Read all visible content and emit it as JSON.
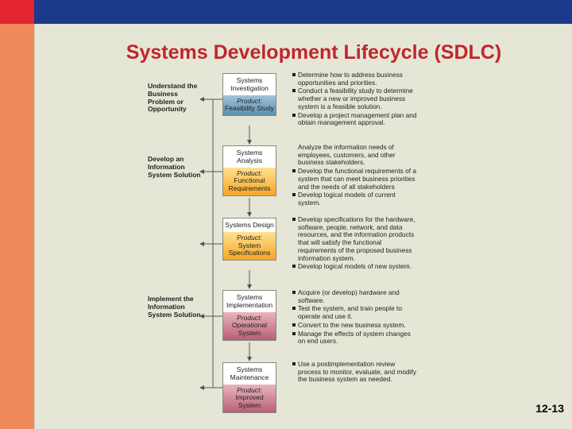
{
  "title": "Systems Development Lifecycle (SDLC)",
  "page_number": "12-13",
  "stages": [
    {
      "name": "Systems Investigation",
      "product_label": "Product:",
      "product": "Feasibility Study"
    },
    {
      "name": "Systems Analysis",
      "product_label": "Product:",
      "product": "Functional Requirements"
    },
    {
      "name": "Systems Design",
      "product_label": "Product:",
      "product": "System Specifications"
    },
    {
      "name": "Systems Implementation",
      "product_label": "Product:",
      "product": "Operational System"
    },
    {
      "name": "Systems Maintenance",
      "product_label": "Product:",
      "product": "Improved System"
    }
  ],
  "phases": [
    "Understand the Business Problem or Opportunity",
    "Develop an Information System Solution",
    "Implement the Information System Solution"
  ],
  "activities": [
    [
      "Determine how to address business opportunities and priorities.",
      "Conduct a feasibility study to determine whether a new or improved business system is a feasible solution.",
      "Develop a project management plan and obtain management approval."
    ],
    [
      "Analyze the information needs of employees, customers, and other business stakeholders.",
      "Develop the functional requirements of a system that can meet business priorities and the needs of all stakeholders",
      "Develop logical models of current system."
    ],
    [
      "Develop specifications for the hardware, software, people, network, and data resources, and the information products that will satisfy the functional requirements of the proposed business information system.",
      "Develop logical models of new system."
    ],
    [
      "Acquire (or develop) hardware and software.",
      "Test the system, and train people to operate and use it.",
      "Convert to the new business system.",
      "Manage the effects of system changes on end users."
    ],
    [
      "Use a postimplementation review process to monitor, evaluate, and modify the business system as needed."
    ]
  ]
}
